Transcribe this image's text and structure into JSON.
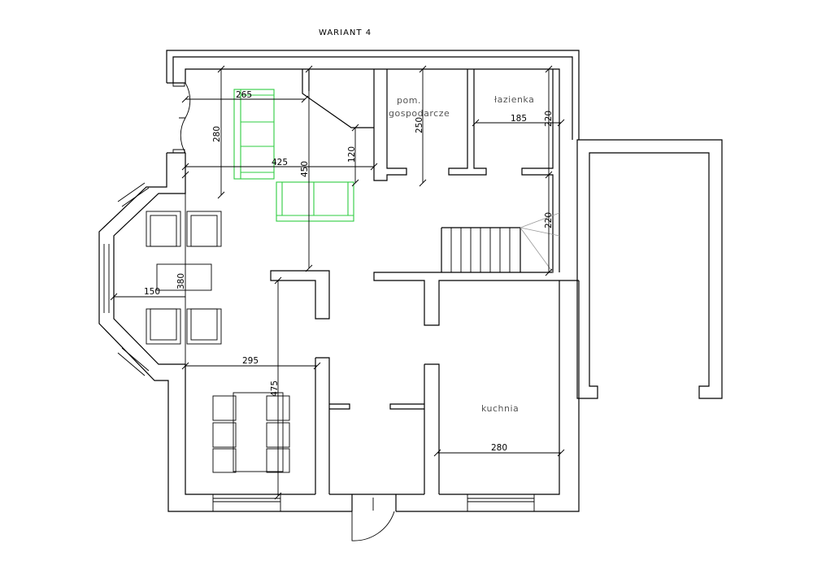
{
  "title": "WARIANT 4",
  "rooms": {
    "utility_line1": "pom.",
    "utility_line2": "gospodarcze",
    "bathroom": "łazienka",
    "kitchen": "kuchnia"
  },
  "dimensions": {
    "d265": "265",
    "d280_hall": "280",
    "d425": "425",
    "d450": "450",
    "d120": "120",
    "d250": "250",
    "d185": "185",
    "d220_bath": "220",
    "d220_stairs": "220",
    "d380": "380",
    "d150": "150",
    "d295": "295",
    "d475": "475",
    "d280_kitchen": "280"
  },
  "colors": {
    "walls": "#000000",
    "furniture_green": "#2ecc40"
  }
}
